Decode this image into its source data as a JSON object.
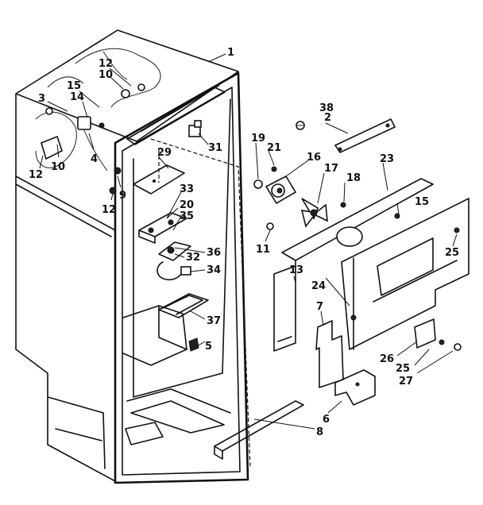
{
  "callouts": [
    {
      "id": "1",
      "label": "1"
    },
    {
      "id": "2",
      "label": "2"
    },
    {
      "id": "3",
      "label": "3"
    },
    {
      "id": "4",
      "label": "4"
    },
    {
      "id": "5",
      "label": "5"
    },
    {
      "id": "6",
      "label": "6"
    },
    {
      "id": "7",
      "label": "7"
    },
    {
      "id": "8",
      "label": "8"
    },
    {
      "id": "9",
      "label": "9"
    },
    {
      "id": "10a",
      "label": "10"
    },
    {
      "id": "10b",
      "label": "10"
    },
    {
      "id": "11",
      "label": "11"
    },
    {
      "id": "12a",
      "label": "12"
    },
    {
      "id": "12b",
      "label": "12"
    },
    {
      "id": "12c",
      "label": "12"
    },
    {
      "id": "13",
      "label": "13"
    },
    {
      "id": "14",
      "label": "14"
    },
    {
      "id": "15a",
      "label": "15"
    },
    {
      "id": "15b",
      "label": "15"
    },
    {
      "id": "16",
      "label": "16"
    },
    {
      "id": "17",
      "label": "17"
    },
    {
      "id": "18",
      "label": "18"
    },
    {
      "id": "19",
      "label": "19"
    },
    {
      "id": "20",
      "label": "20"
    },
    {
      "id": "21",
      "label": "21"
    },
    {
      "id": "23",
      "label": "23"
    },
    {
      "id": "24",
      "label": "24"
    },
    {
      "id": "25a",
      "label": "25"
    },
    {
      "id": "25b",
      "label": "25"
    },
    {
      "id": "26",
      "label": "26"
    },
    {
      "id": "27",
      "label": "27"
    },
    {
      "id": "29",
      "label": "29"
    },
    {
      "id": "31",
      "label": "31"
    },
    {
      "id": "32",
      "label": "32"
    },
    {
      "id": "33",
      "label": "33"
    },
    {
      "id": "34",
      "label": "34"
    },
    {
      "id": "35",
      "label": "35"
    },
    {
      "id": "36",
      "label": "36"
    },
    {
      "id": "37",
      "label": "37"
    },
    {
      "id": "38",
      "label": "38"
    }
  ]
}
